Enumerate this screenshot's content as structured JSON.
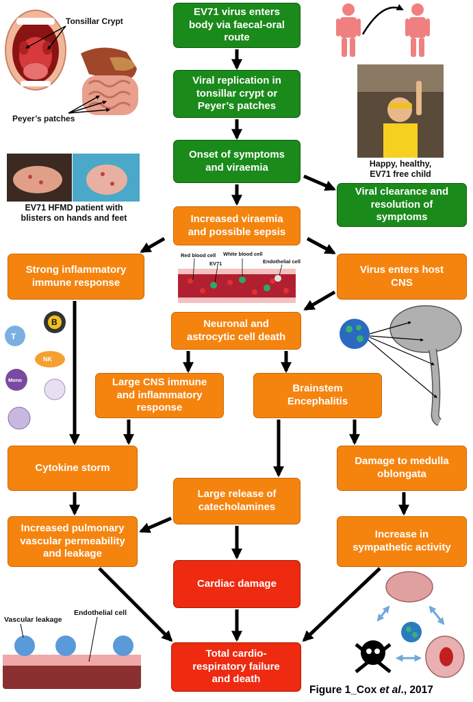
{
  "colors": {
    "green": "#1a8a1a",
    "orange": "#f5840f",
    "red": "#ee2a10"
  },
  "nodes": {
    "entry": "EV71 virus enters\nbody via faecal-oral\nroute",
    "replication": "Viral replication in\ntonsillar crypt or\nPeyer’s patches",
    "onset": "Onset of symptoms\nand viraemia",
    "clearance": "Viral clearance and\nresolution of\nsymptoms",
    "viraemia": "Increased viraemia\nand possible sepsis",
    "inflammatory": "Strong inflammatory\nimmune response",
    "cns_entry": "Virus enters host\nCNS",
    "neuronal": "Neuronal and\nastrocytic cell death",
    "cns_immune": "Large CNS immune\nand inflammatory\nresponse",
    "brainstem": "Brainstem\nEncephalitis",
    "cytokine": "Cytokine storm",
    "medulla": "Damage to medulla\noblongata",
    "catecholamines": "Large release of\ncatecholamines",
    "pulmonary": "Increased pulmonary\nvascular permeability\nand leakage",
    "sympathetic": "Increase in\nsympathetic activity",
    "cardiac": "Cardiac damage",
    "failure": "Total cardio-\nrespiratory failure\nand death"
  },
  "labels": {
    "tonsillar_crypt": "Tonsillar Crypt",
    "peyers_patches": "Peyer’s patches",
    "child_caption": "Happy, healthy,\nEV71 free child",
    "hfmd_caption": "EV71 HFMD patient with\nblisters on hands and feet",
    "red_blood_cell": "Red blood cell",
    "ev71": "EV71",
    "white_blood_cell": "White blood cell",
    "endothelial_cell_small": "Endothelial cell",
    "vascular_leakage": "Vascular leakage",
    "endothelial_cell": "Endothelial cell",
    "cell_b": "B",
    "cell_t": "T",
    "cell_nk": "NK",
    "cell_mono": "Mono"
  },
  "figure_label": {
    "prefix": "Figure 1_Cox ",
    "italic": "et al",
    "suffix": "., 2017"
  },
  "icons": [
    "mouth-icon",
    "intestine-icon",
    "person-icon",
    "blood-vessel-icon",
    "virus-icon",
    "brain-icon",
    "skull-crossbones-icon",
    "lungs-heart-icon",
    "immune-cell-icon"
  ]
}
